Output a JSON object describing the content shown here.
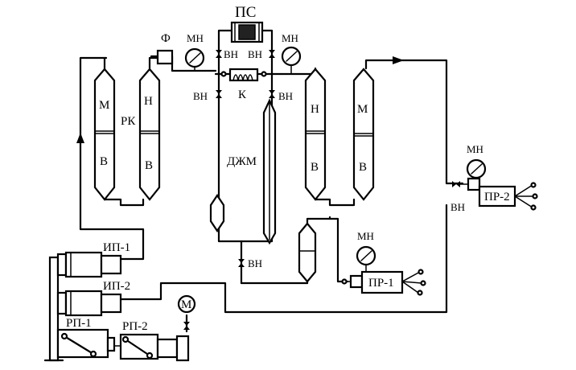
{
  "labels": {
    "ps": "ПС",
    "f": "Ф",
    "mn": "МН",
    "vn": "ВН",
    "k": "К",
    "rk": "РК",
    "m": "М",
    "n": "Н",
    "v": "В",
    "dzhm": "ДЖМ",
    "ip1": "ИП-1",
    "ip2": "ИП-2",
    "rp1": "РП-1",
    "rp2": "РП-2",
    "motor": "М",
    "pr1": "ПР-1",
    "pr2": "ПР-2"
  }
}
